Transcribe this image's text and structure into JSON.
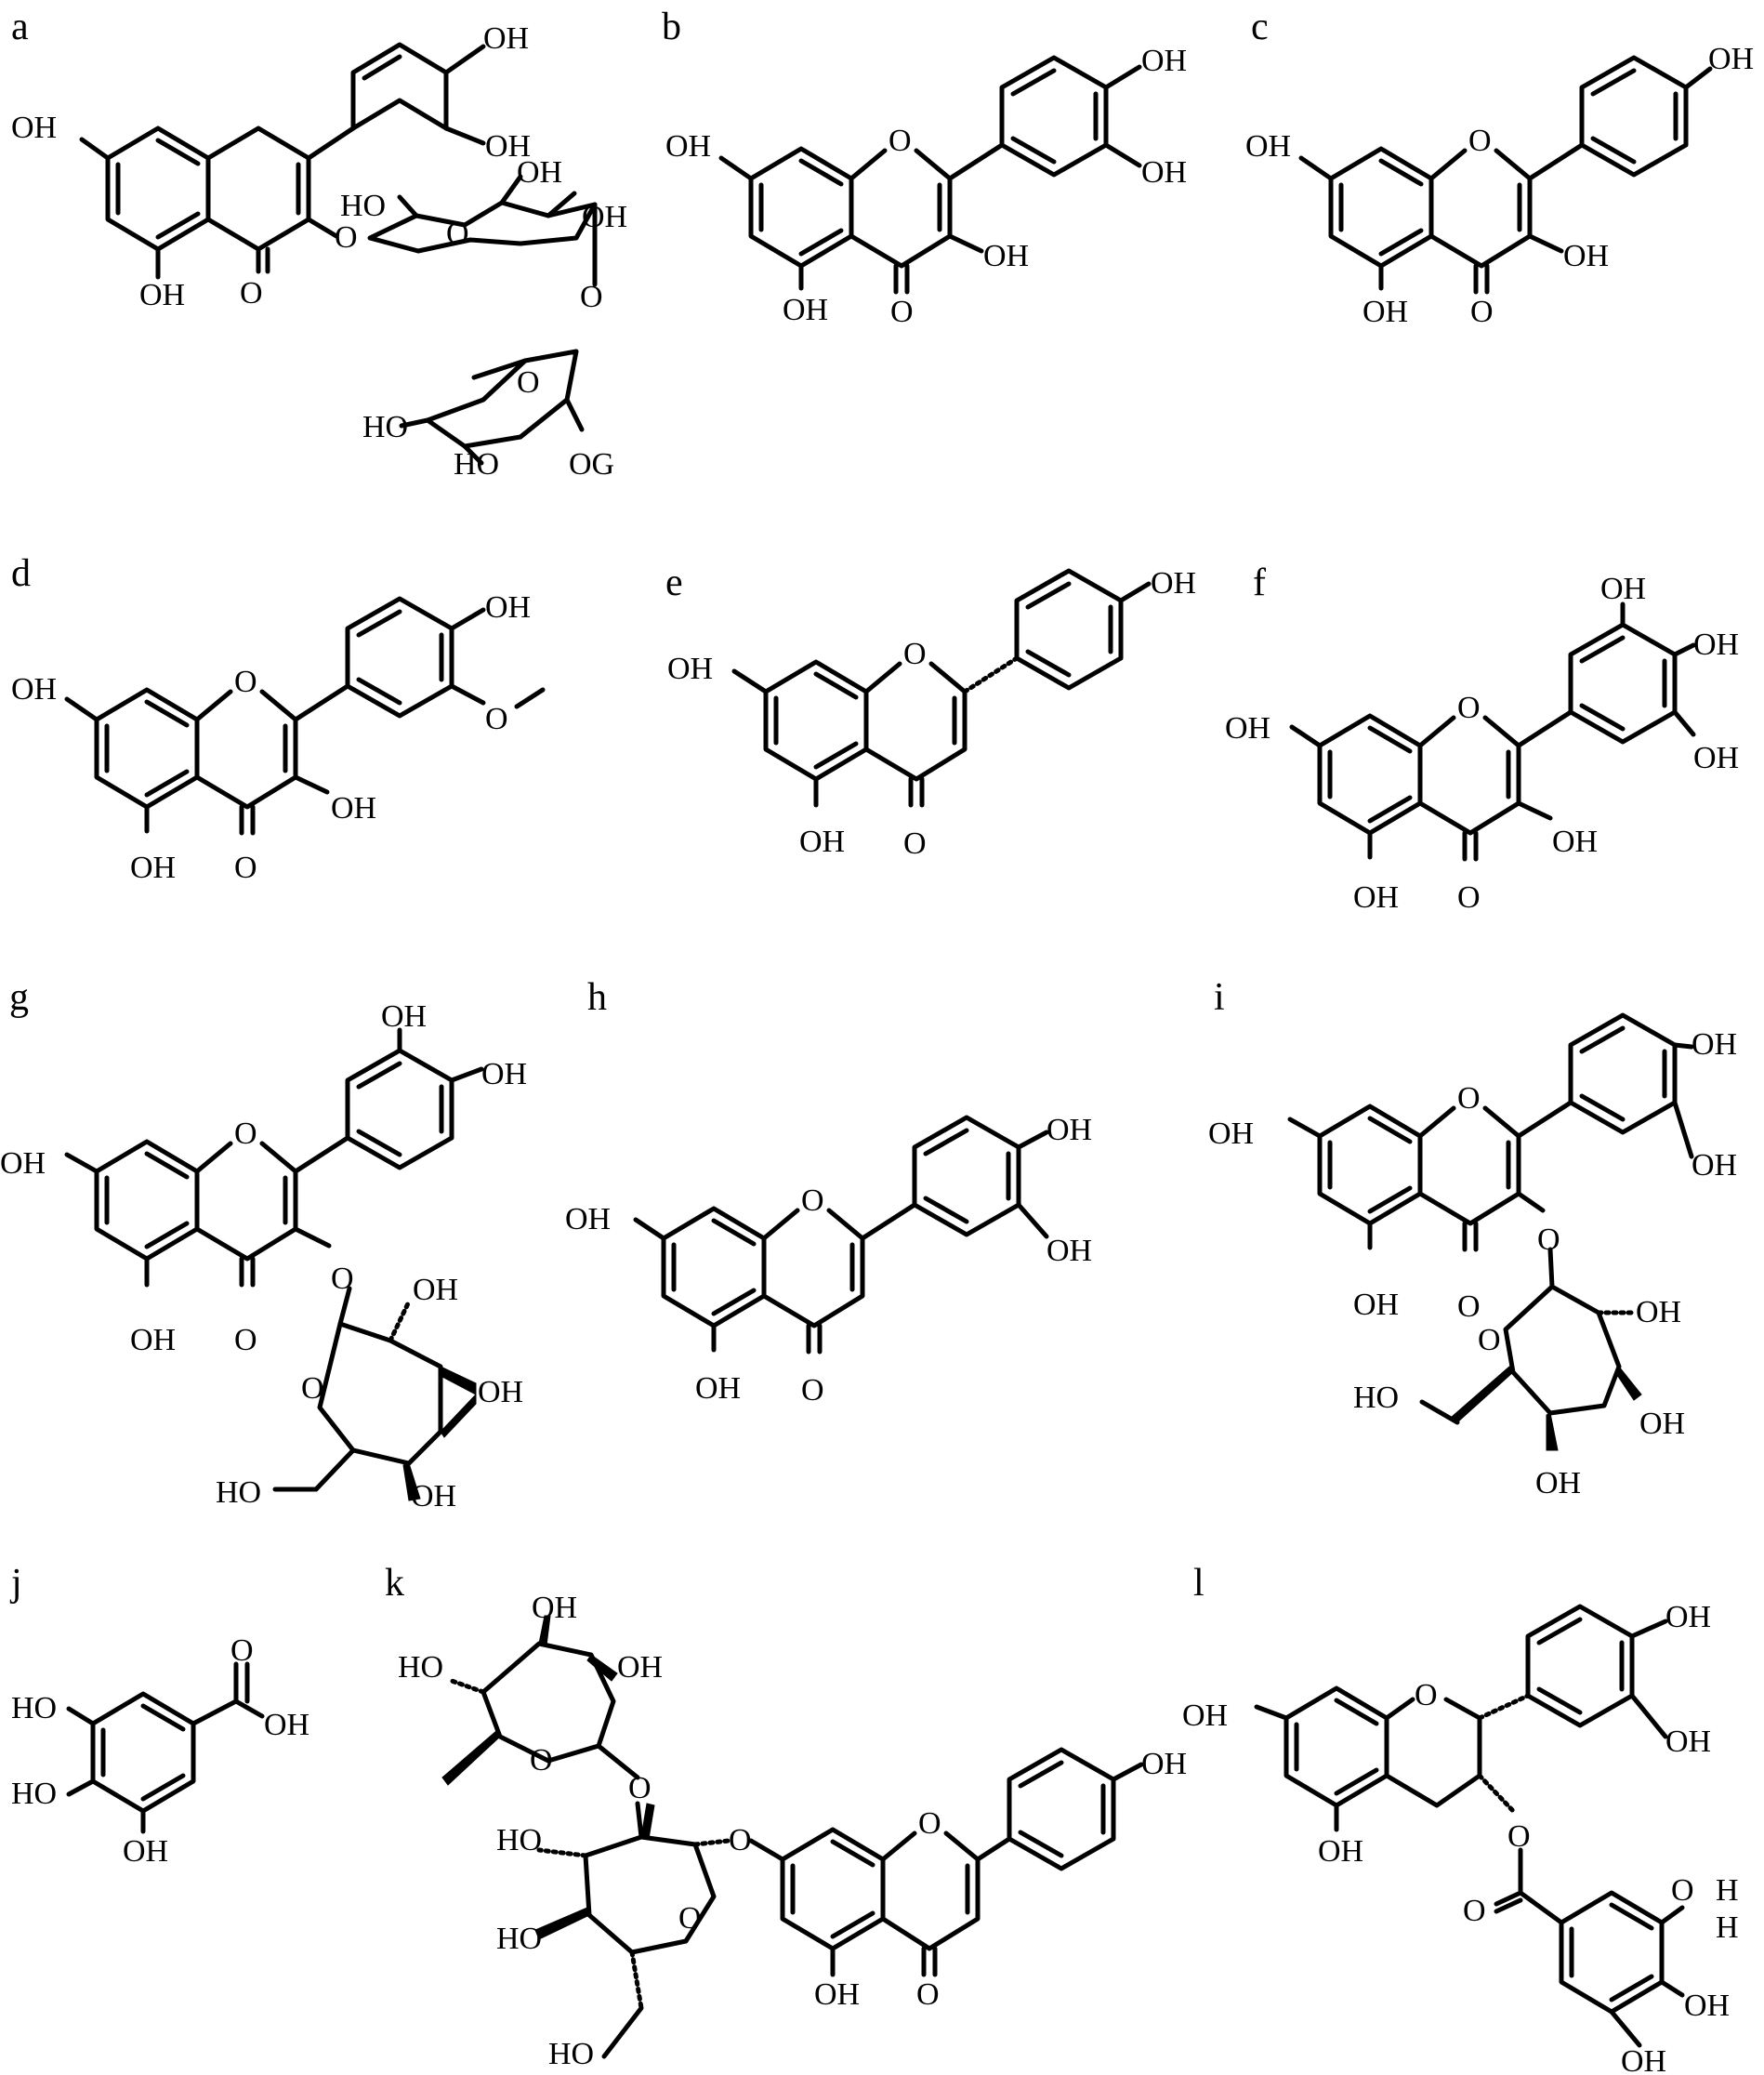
{
  "panels": [
    {
      "id": "a",
      "atoms": {
        "OH1": "OH",
        "OH2": "OH",
        "OH3": "OH",
        "OH4": "OH",
        "O1": "O",
        "O2": "O",
        "O3": "O",
        "HO1": "HO",
        "OH5": "OH",
        "OH6": "OH",
        "O4": "O",
        "O5": "O",
        "HO2": "HO",
        "HO3": "HO",
        "OG": "OG"
      }
    },
    {
      "id": "b",
      "atoms": {
        "OH1": "OH",
        "OH2": "OH",
        "OH3": "OH",
        "OH4": "OH",
        "OH5": "OH",
        "O1": "O",
        "O2": "O"
      }
    },
    {
      "id": "c",
      "atoms": {
        "OH1": "OH",
        "OH2": "OH",
        "OH3": "OH",
        "OH4": "OH",
        "O1": "O",
        "O2": "O"
      }
    },
    {
      "id": "d",
      "atoms": {
        "OH1": "OH",
        "OH2": "OH",
        "OH3": "OH",
        "OH4": "OH",
        "O1": "O",
        "O2": "O",
        "O3": "O"
      }
    },
    {
      "id": "e",
      "atoms": {
        "OH1": "OH",
        "OH2": "OH",
        "OH3": "OH",
        "O1": "O",
        "O2": "O"
      }
    },
    {
      "id": "f",
      "atoms": {
        "OH1": "OH",
        "OH2": "OH",
        "OH3": "OH",
        "OH4": "OH",
        "OH5": "OH",
        "OH6": "OH",
        "O1": "O",
        "O2": "O"
      }
    },
    {
      "id": "g",
      "atoms": {
        "OH1": "OH",
        "OH2": "OH",
        "OH3": "OH",
        "OH4": "OH",
        "O1": "O",
        "O2": "O",
        "O3": "O",
        "O4": "O",
        "OH5": "OH",
        "OH6": "OH",
        "OH7": "OH",
        "HO1": "HO"
      }
    },
    {
      "id": "h",
      "atoms": {
        "OH1": "OH",
        "OH2": "OH",
        "OH3": "OH",
        "OH4": "OH",
        "O1": "O",
        "O2": "O"
      }
    },
    {
      "id": "i",
      "atoms": {
        "OH1": "OH",
        "OH2": "OH",
        "OH3": "OH",
        "OH4": "OH",
        "O1": "O",
        "O2": "O",
        "O3": "O",
        "O4": "O",
        "OH5": "OH",
        "OH6": "OH",
        "OH7": "OH",
        "HO1": "HO"
      }
    },
    {
      "id": "j",
      "atoms": {
        "O1": "O",
        "OH1": "OH",
        "HO1": "HO",
        "HO2": "HO",
        "OH2": "OH"
      }
    },
    {
      "id": "k",
      "atoms": {
        "OH1": "OH",
        "HO1": "HO",
        "OH2": "OH",
        "O1": "O",
        "O2": "O",
        "HO2": "HO",
        "O3": "O",
        "O4": "O",
        "HO3": "HO",
        "HO4": "HO",
        "O5": "O",
        "OH3": "OH",
        "O6": "O",
        "OH4": "OH"
      }
    },
    {
      "id": "l",
      "atoms": {
        "OH1": "OH",
        "OH2": "OH",
        "OH3": "OH",
        "O1": "O",
        "OH4": "OH",
        "O2": "O",
        "O3": "O",
        "O4": "O",
        "H1": "H",
        "H2": "H",
        "OH5": "OH",
        "OH6": "OH"
      }
    }
  ]
}
